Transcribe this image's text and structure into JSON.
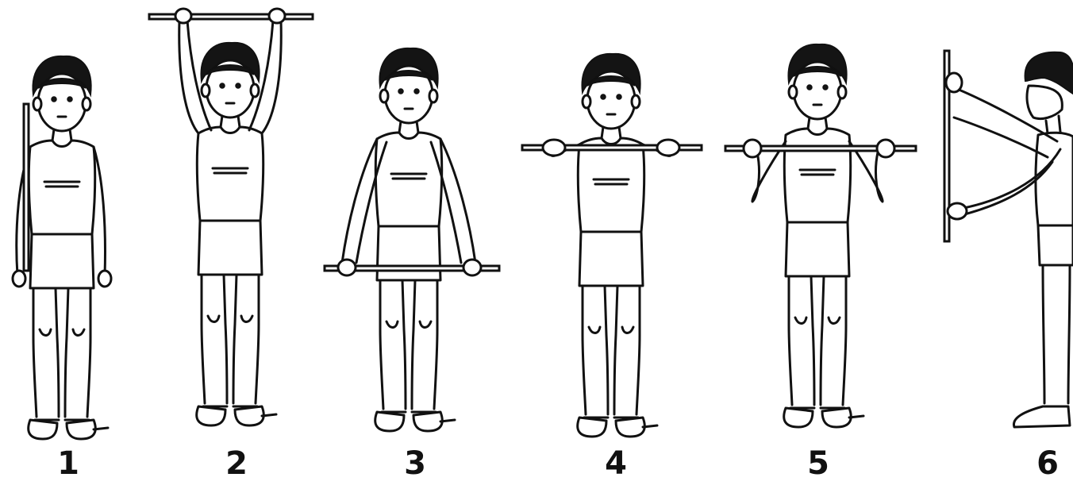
{
  "figures": [
    {
      "label": "1",
      "pose": "stick-vertical-at-side"
    },
    {
      "label": "2",
      "pose": "stick-overhead"
    },
    {
      "label": "3",
      "pose": "stick-down-arms-extended"
    },
    {
      "label": "4",
      "pose": "stick-at-shoulders"
    },
    {
      "label": "5",
      "pose": "stick-at-chest-elbows-bent"
    },
    {
      "label": "6",
      "pose": "side-view-stick-vertical-arms-forward"
    }
  ],
  "colors": {
    "ink": "#111111",
    "paper": "#ffffff"
  }
}
